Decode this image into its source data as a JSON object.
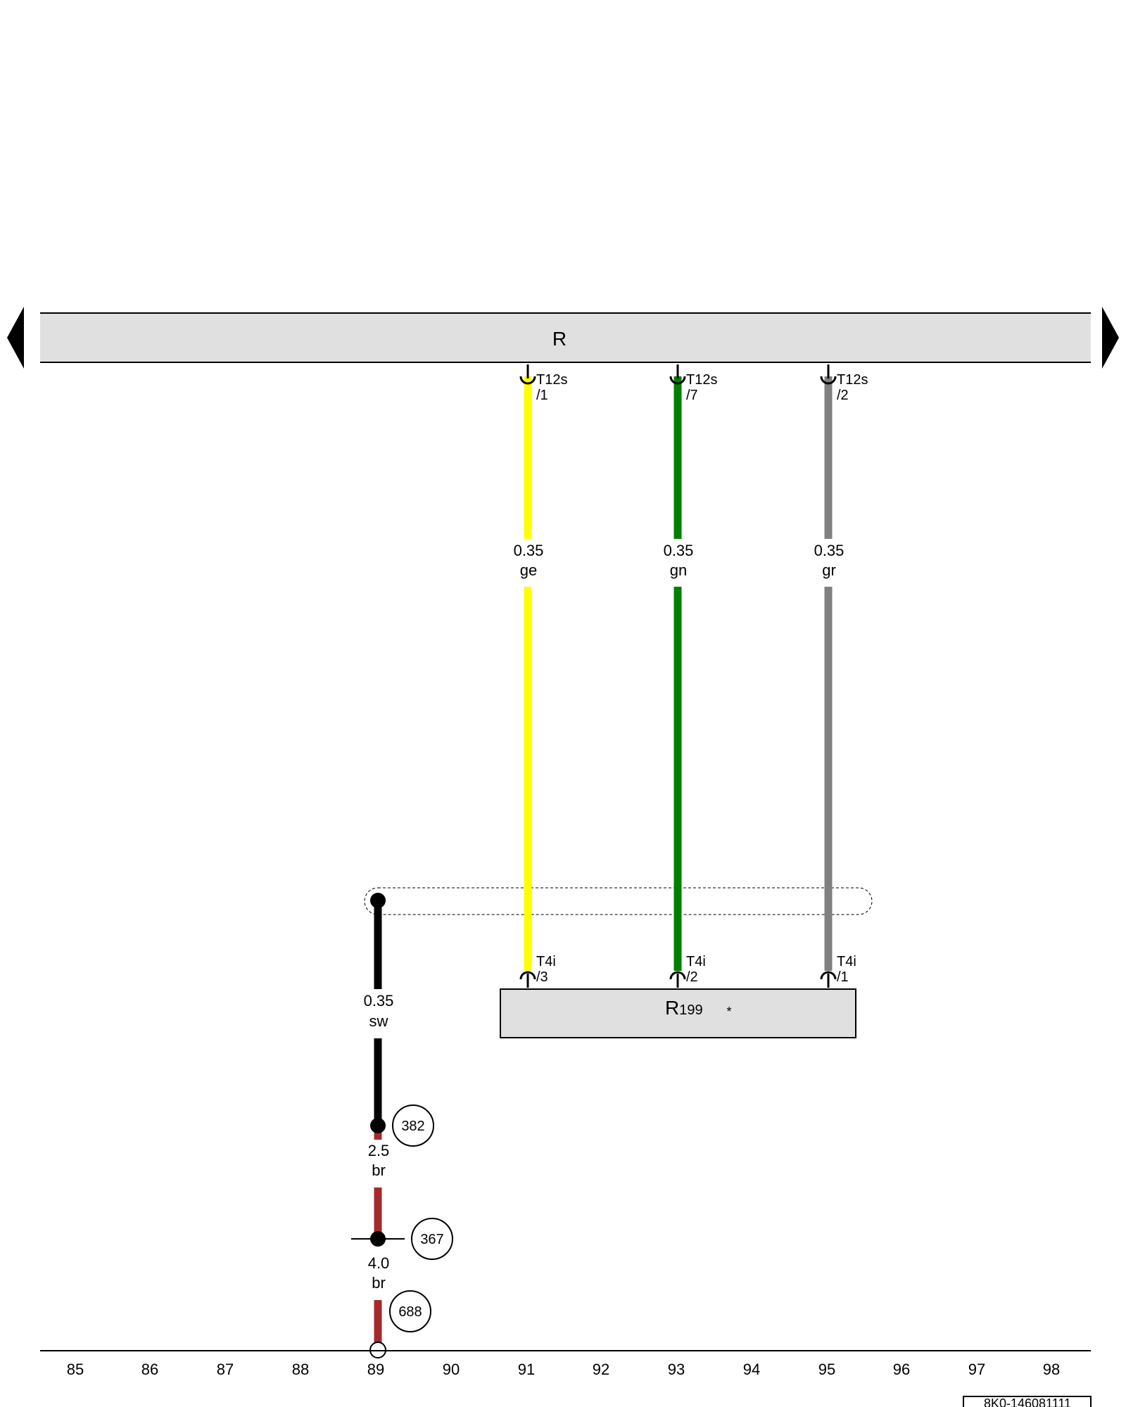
{
  "component_bar": {
    "label": "R"
  },
  "component_box": {
    "label": "R",
    "label_sub": "199",
    "note": "*"
  },
  "wires": [
    {
      "id": "yellow",
      "gauge": "0.35",
      "color_code": "ge",
      "color": "#ffff00",
      "top_connector": "T12s",
      "top_pin": "/1",
      "bottom_connector": "T4i",
      "bottom_pin": "/3"
    },
    {
      "id": "green",
      "gauge": "0.35",
      "color_code": "gn",
      "color": "#008000",
      "top_connector": "T12s",
      "top_pin": "/7",
      "bottom_connector": "T4i",
      "bottom_pin": "/2"
    },
    {
      "id": "grey",
      "gauge": "0.35",
      "color_code": "gr",
      "color": "#808080",
      "top_connector": "T12s",
      "top_pin": "/2",
      "bottom_connector": "T4i",
      "bottom_pin": "/1"
    }
  ],
  "ground_path": {
    "segments": [
      {
        "gauge": "0.35",
        "color_code": "sw",
        "color": "#000000"
      },
      {
        "gauge": "2.5",
        "color_code": "br",
        "color": "#a52a2a"
      },
      {
        "gauge": "4.0",
        "color_code": "br",
        "color": "#a52a2a"
      }
    ],
    "references": [
      "382",
      "367",
      "688"
    ]
  },
  "grid_numbers": [
    "85",
    "86",
    "87",
    "88",
    "89",
    "90",
    "91",
    "92",
    "93",
    "94",
    "95",
    "96",
    "97",
    "98"
  ],
  "document_id": "8K0-146081111"
}
